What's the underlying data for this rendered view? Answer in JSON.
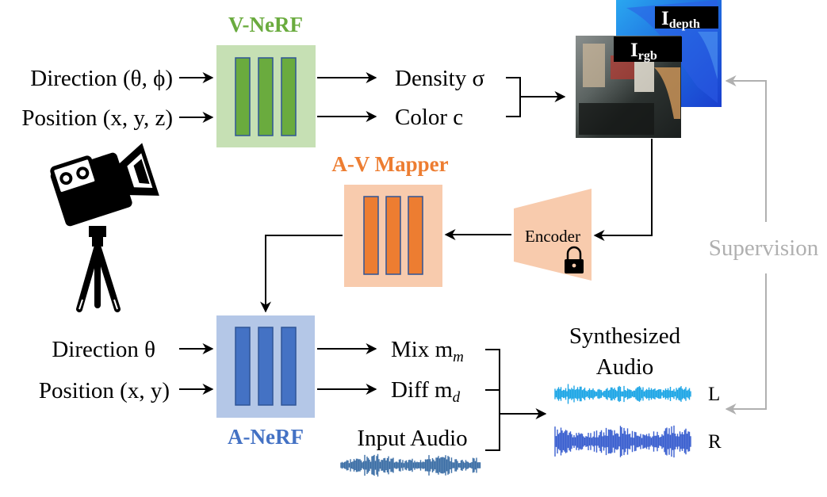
{
  "vnerf": {
    "title": "V-NeRF",
    "input_direction": "Direction (θ, ϕ)",
    "input_position": "Position (x, y, z)",
    "output_density": "Density σ",
    "output_color": "Color c",
    "color": "#6aab3e",
    "box_color": "#c6e0b4"
  },
  "renders": {
    "rgb_label": "I",
    "rgb_subscript": "rgb",
    "depth_label": "I",
    "depth_subscript": "depth"
  },
  "mapper": {
    "title": "A-V Mapper",
    "color": "#ed7d31",
    "box_color": "#f8cbad"
  },
  "encoder": {
    "label": "Encoder",
    "icon": "lock-icon"
  },
  "anerf": {
    "title": "A-NeRF",
    "input_direction": "Direction θ",
    "input_position": "Position (x, y)",
    "output_mix": "Mix m",
    "output_mix_subscript": "m",
    "output_diff": "Diff m",
    "output_diff_subscript": "d",
    "color": "#4472c4",
    "box_color": "#b4c7e7"
  },
  "audio": {
    "input_label": "Input Audio",
    "synth_label_line1": "Synthesized",
    "synth_label_line2": "Audio",
    "left_channel": "L",
    "right_channel": "R"
  },
  "supervision": {
    "label": "Supervision",
    "color": "#b0b0b0"
  },
  "camera": {
    "icon": "camera-on-tripod-icon"
  }
}
